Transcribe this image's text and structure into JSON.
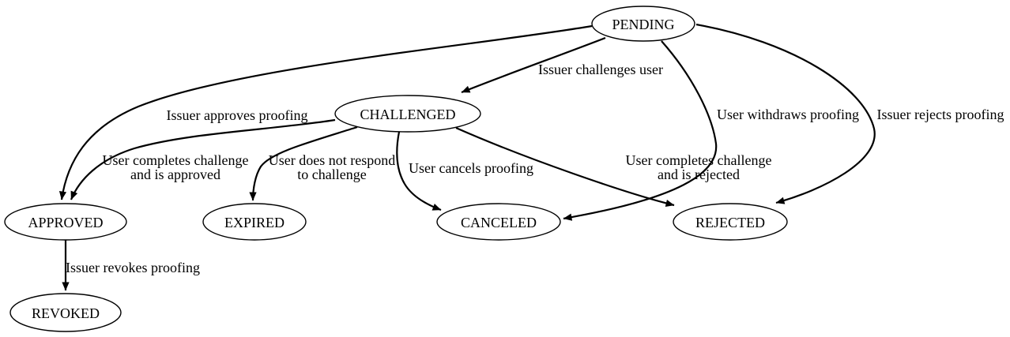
{
  "diagram": {
    "type": "state-transition-graph",
    "colors": {
      "background": "#ffffff",
      "stroke": "#000000",
      "text": "#000000"
    },
    "nodes": {
      "pending": {
        "label": "PENDING"
      },
      "challenged": {
        "label": "CHALLENGED"
      },
      "approved": {
        "label": "APPROVED"
      },
      "expired": {
        "label": "EXPIRED"
      },
      "canceled": {
        "label": "CANCELED"
      },
      "rejected": {
        "label": "REJECTED"
      },
      "revoked": {
        "label": "REVOKED"
      }
    },
    "edges": {
      "pending_challenged": {
        "from": "pending",
        "to": "challenged",
        "lines": [
          "Issuer challenges user"
        ]
      },
      "pending_approved": {
        "from": "pending",
        "to": "approved",
        "lines": [
          "Issuer approves proofing"
        ]
      },
      "pending_canceled": {
        "from": "pending",
        "to": "canceled",
        "lines": [
          "User withdraws proofing"
        ]
      },
      "pending_rejected": {
        "from": "pending",
        "to": "rejected",
        "lines": [
          "Issuer rejects proofing"
        ]
      },
      "challenged_approved": {
        "from": "challenged",
        "to": "approved",
        "lines": [
          "User completes challenge",
          "and is approved"
        ]
      },
      "challenged_expired": {
        "from": "challenged",
        "to": "expired",
        "lines": [
          "User does not respond",
          "to challenge"
        ]
      },
      "challenged_canceled": {
        "from": "challenged",
        "to": "canceled",
        "lines": [
          "User cancels proofing"
        ]
      },
      "challenged_rejected": {
        "from": "challenged",
        "to": "rejected",
        "lines": [
          "User completes challenge",
          "and is rejected"
        ]
      },
      "approved_revoked": {
        "from": "approved",
        "to": "revoked",
        "lines": [
          "Issuer revokes proofing"
        ]
      }
    }
  }
}
